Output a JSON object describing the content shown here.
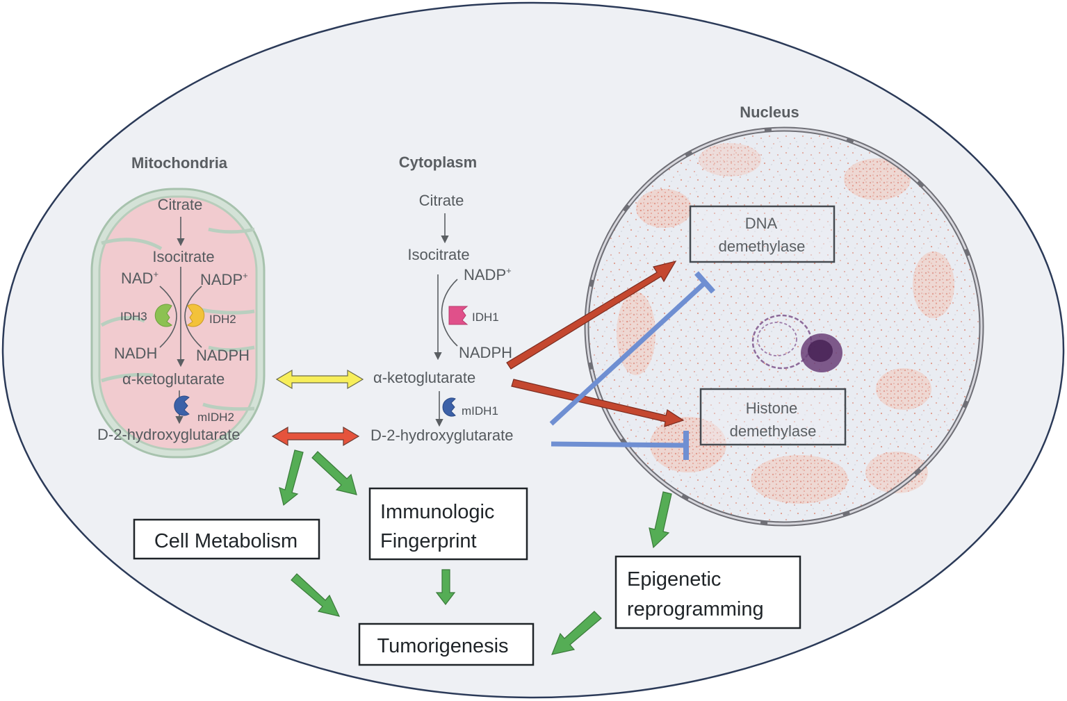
{
  "headers": {
    "mitochondria": "Mitochondria",
    "cytoplasm": "Cytoplasm",
    "nucleus": "Nucleus"
  },
  "mitochondria": {
    "citrate": "Citrate",
    "isocitrate": "Isocitrate",
    "nad_plus": "NAD",
    "nad_plus_sup": "+",
    "nadp_plus": "NADP",
    "nadp_plus_sup": "+",
    "idh3": "IDH3",
    "idh2": "IDH2",
    "nadh": "NADH",
    "nadph": "NADPH",
    "akg": "α-ketoglutarate",
    "midh2": "mIDH2",
    "d2hg": "D-2-hydroxyglutarate"
  },
  "cytoplasm": {
    "citrate": "Citrate",
    "isocitrate": "Isocitrate",
    "nadp_plus": "NADP",
    "nadp_plus_sup": "+",
    "idh1": "IDH1",
    "nadph": "NADPH",
    "akg": "α-ketoglutarate",
    "midh1": "mIDH1",
    "d2hg": "D-2-hydroxyglutarate"
  },
  "nucleus": {
    "dna_line1": "DNA",
    "dna_line2": "demethylase",
    "histone_line1": "Histone",
    "histone_line2": "demethylase"
  },
  "outcomes": {
    "cell_metabolism": "Cell Metabolism",
    "immuno_line1": "Immunologic",
    "immuno_line2": "Fingerprint",
    "epi_line1": "Epigenetic",
    "epi_line2": "reprogramming",
    "tumorigenesis": "Tumorigenesis"
  },
  "colors": {
    "cell_fill": "#eef0f4",
    "cell_stroke": "#2b3a58",
    "mito_fill": "#f1cbcf",
    "mito_outer": "#a7c2ad",
    "yellow_arrow": "#f7ee5a",
    "red_arrow": "#e5533c",
    "dark_red_arrow": "#c4472f",
    "green_arrow": "#55ad55",
    "blue_inhibit": "#6f8fd2",
    "idh3": "#8cc152",
    "idh2": "#f3c23a",
    "idh1": "#e0508a",
    "mutant": "#3c61a8"
  }
}
